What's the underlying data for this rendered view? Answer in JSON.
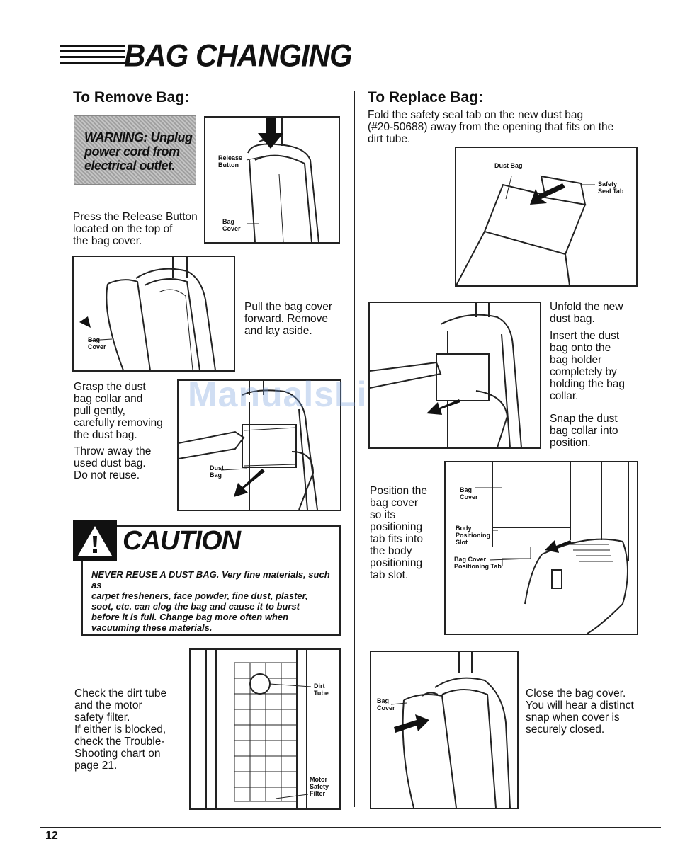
{
  "page": {
    "title": "BAG CHANGING",
    "page_number": "12",
    "watermark": "ManualsLib.com"
  },
  "remove": {
    "heading": "To Remove Bag:",
    "warning": "WARNING: Unplug\npower cord from\nelectrical outlet.",
    "step1_text": "Press the Release Button\nlocated on the top of\nthe bag cover.",
    "fig1_labels": {
      "release": "Release\nButton",
      "cover": "Bag\nCover"
    },
    "step2_text": "Pull the bag cover\nforward. Remove\nand lay aside.",
    "fig2_labels": {
      "cover": "Bag\nCover"
    },
    "step3_text_a": "Grasp the dust\nbag collar and\npull gently,\ncarefully removing\nthe dust bag.",
    "step3_text_b": "Throw away the\nused dust bag.\nDo not reuse.",
    "fig3_labels": {
      "bag": "Dust\nBag"
    },
    "caution_title": "CAUTION",
    "caution_text": "NEVER REUSE A DUST BAG. Very fine materials, such as\ncarpet fresheners, face powder, fine dust, plaster,\nsoot, etc. can clog the bag and cause it to burst\nbefore it is full. Change bag more often when\nvacuuming these materials.",
    "step4_text": "Check the dirt tube\nand the motor\nsafety filter.\nIf either is blocked,\ncheck the Trouble-\nShooting chart on\npage 21.",
    "fig4_labels": {
      "tube": "Dirt\nTube",
      "filter": "Motor\nSafety\nFilter"
    }
  },
  "replace": {
    "heading": "To Replace Bag:",
    "step1_text": "Fold the safety seal tab on the new dust bag\n(#20-50688) away from the opening that fits on the\ndirt tube.",
    "fig1_labels": {
      "bag": "Dust Bag",
      "tab": "Safety\nSeal Tab"
    },
    "step2_text_a": "Unfold the new\ndust bag.",
    "step2_text_b": "Insert the dust\nbag onto the\nbag holder\ncompletely by\nholding the bag\ncollar.",
    "step2_text_c": "Snap the dust\nbag collar into\nposition.",
    "step3_text": "Position the\nbag cover\nso its\npositioning\ntab fits into\nthe body\npositioning\ntab slot.",
    "fig3_labels": {
      "cover": "Bag\nCover",
      "slot": "Body\nPositioning\nSlot",
      "tab": "Bag Cover\nPositioning Tab"
    },
    "step4_text": "Close the bag cover.\nYou will hear a distinct\nsnap when cover is\nsecurely closed.",
    "fig4_labels": {
      "cover": "Bag\nCover"
    }
  }
}
